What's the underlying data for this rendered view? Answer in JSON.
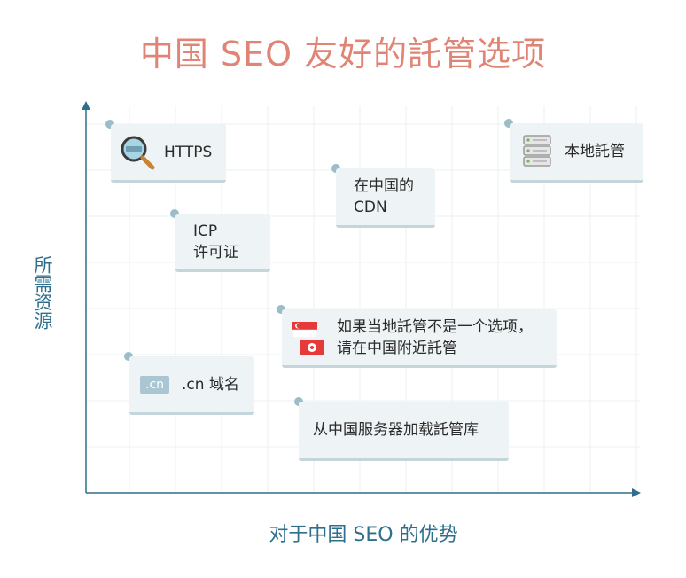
{
  "title": "中国 SEO 友好的託管选项",
  "y_axis_label": "所需资源",
  "x_axis_label": "对于中国 SEO 的优势",
  "colors": {
    "title": "#e08575",
    "axis": "#2e6f8c",
    "card_bg": "#eef4f5",
    "card_border": "#c4d6dc",
    "dot": "#9bbdc8",
    "flag_red": "#e63a3a"
  },
  "cards": {
    "https": {
      "label": "HTTPS",
      "icon": "magnifier-https-icon"
    },
    "icp": {
      "label": "ICP\n许可证"
    },
    "cdn": {
      "label": "在中国的\nCDN"
    },
    "local": {
      "label": "本地託管",
      "icon": "server-icon"
    },
    "nearby": {
      "label": "如果当地託管不是一个选项，\n请在中国附近託管",
      "icons": [
        "singapore-flag-icon",
        "hong-kong-flag-icon"
      ]
    },
    "cn_domain": {
      "badge": ".cn",
      "label": ".cn 域名"
    },
    "library": {
      "label": "从中国服务器加载託管库"
    }
  }
}
